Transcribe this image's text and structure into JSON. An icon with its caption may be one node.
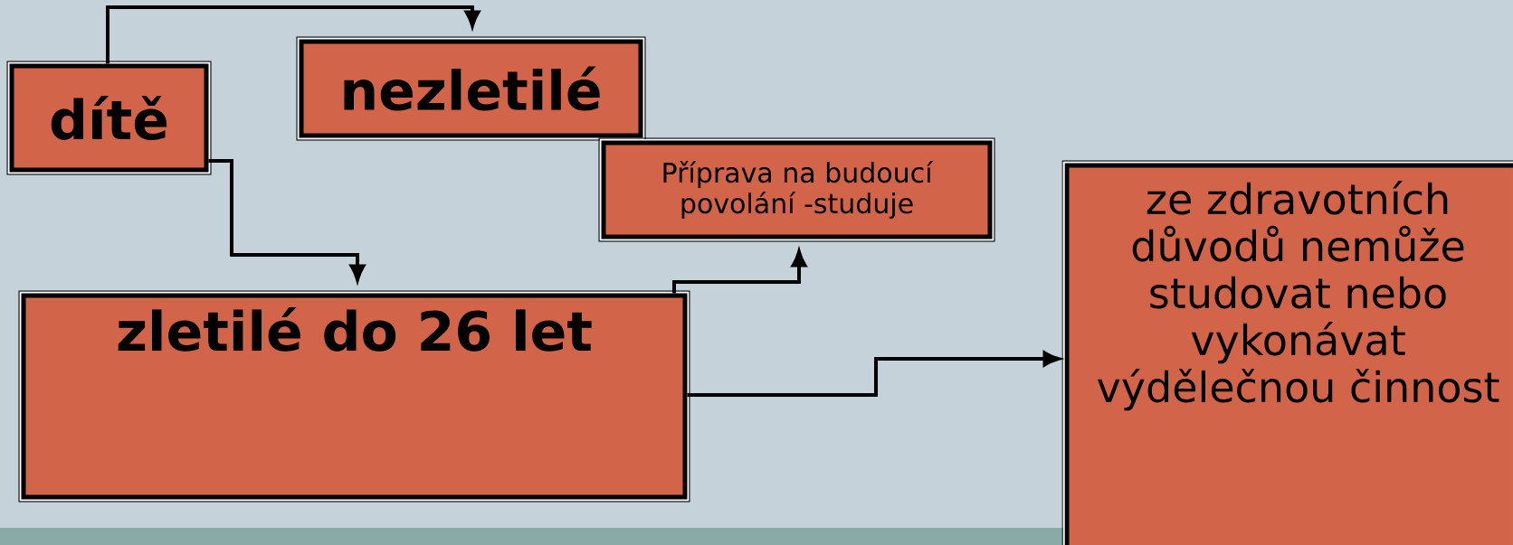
{
  "diagram": {
    "nodes": [
      {
        "text": [
          "dítě"
        ]
      },
      {
        "text": [
          "nezletilé"
        ]
      },
      {
        "text": [
          "Příprava na budoucí povolání -studuje"
        ]
      },
      {
        "text": [
          "zletilé do 26 let"
        ]
      },
      {
        "text": [
          "ze zdravotních důvodů nemůže studovat nebo vykonávat výdělečnou činnost"
        ]
      }
    ],
    "edges": [
      {
        "from": 0,
        "to": 1,
        "arrow": "to"
      },
      {
        "from": 0,
        "to": 3,
        "arrow": "to"
      },
      {
        "from": 3,
        "to": 2,
        "arrow": "to"
      },
      {
        "from": 3,
        "to": 4,
        "arrow": "to"
      }
    ]
  }
}
